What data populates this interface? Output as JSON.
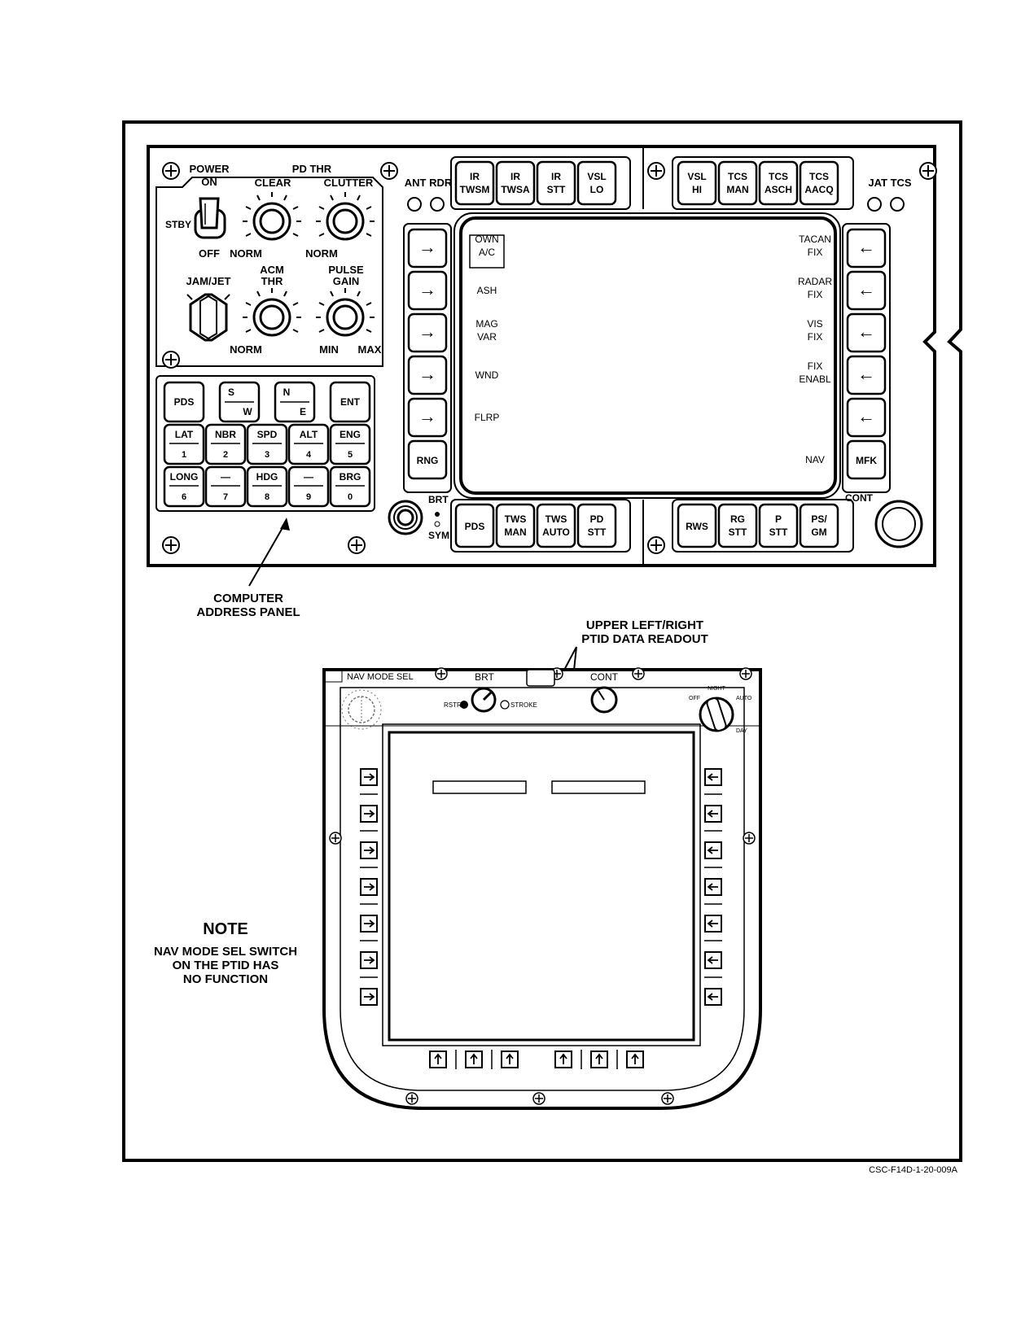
{
  "upper_panel": {
    "power": {
      "title": "POWER",
      "on": "ON",
      "stby": "STBY",
      "off": "OFF"
    },
    "pd_thr": {
      "title": "PD THR",
      "clear": "CLEAR",
      "clutter": "CLUTTER",
      "norm_left": "NORM",
      "norm_right": "NORM"
    },
    "jam_jet": "JAM/JET",
    "acm_thr": {
      "line1": "ACM",
      "line2": "THR",
      "norm": "NORM"
    },
    "pulse_gain": {
      "line1": "PULSE",
      "line2": "GAIN",
      "min": "MIN",
      "max": "MAX"
    },
    "indicators_left": "ANT RDR",
    "indicators_right": "JAT  TCS",
    "top_buttons_left": [
      {
        "l1": "IR",
        "l2": "TWSM"
      },
      {
        "l1": "IR",
        "l2": "TWSA"
      },
      {
        "l1": "IR",
        "l2": "STT"
      },
      {
        "l1": "VSL",
        "l2": "LO"
      }
    ],
    "top_buttons_right": [
      {
        "l1": "VSL",
        "l2": "HI"
      },
      {
        "l1": "TCS",
        "l2": "MAN"
      },
      {
        "l1": "TCS",
        "l2": "ASCH"
      },
      {
        "l1": "TCS",
        "l2": "AACQ"
      }
    ],
    "bottom_buttons_left": [
      {
        "l1": "PDS",
        "l2": ""
      },
      {
        "l1": "TWS",
        "l2": "MAN"
      },
      {
        "l1": "TWS",
        "l2": "AUTO"
      },
      {
        "l1": "PD",
        "l2": "STT"
      }
    ],
    "bottom_buttons_right": [
      {
        "l1": "RWS",
        "l2": ""
      },
      {
        "l1": "RG",
        "l2": "STT"
      },
      {
        "l1": "P",
        "l2": "STT"
      },
      {
        "l1": "PS/",
        "l2": "GM"
      }
    ],
    "left_side_buttons": [
      "→",
      "→",
      "→",
      "→",
      "→",
      "RNG"
    ],
    "right_side_buttons": [
      "←",
      "←",
      "←",
      "←",
      "←",
      "MFK"
    ],
    "screen_left_labels": [
      {
        "l1": "OWN",
        "l2": "A/C"
      },
      {
        "l1": "ASH",
        "l2": ""
      },
      {
        "l1": "MAG",
        "l2": "VAR"
      },
      {
        "l1": "WND",
        "l2": ""
      },
      {
        "l1": "FLRP",
        "l2": ""
      }
    ],
    "screen_right_labels": [
      {
        "l1": "TACAN",
        "l2": "FIX"
      },
      {
        "l1": "RADAR",
        "l2": "FIX"
      },
      {
        "l1": "VIS",
        "l2": "FIX"
      },
      {
        "l1": "FIX",
        "l2": "ENABL"
      },
      {
        "l1": "",
        "l2": ""
      },
      {
        "l1": "NAV",
        "l2": ""
      }
    ],
    "brt": "BRT",
    "sym": "SYM",
    "cont": "CONT",
    "cap_keys": [
      {
        "top": "PDS",
        "bottom": ""
      },
      {
        "top": "S",
        "bottom": "W"
      },
      {
        "top": "N",
        "bottom": "E"
      },
      {
        "top": "ENT",
        "bottom": ""
      },
      {
        "top": "LAT",
        "bottom": "1"
      },
      {
        "top": "NBR",
        "bottom": "2"
      },
      {
        "top": "SPD",
        "bottom": "3"
      },
      {
        "top": "ALT",
        "bottom": "4"
      },
      {
        "top": "ENG",
        "bottom": "5"
      },
      {
        "top": "LONG",
        "bottom": "6"
      },
      {
        "top": "—",
        "bottom": "7"
      },
      {
        "top": "HDG",
        "bottom": "8"
      },
      {
        "top": "—",
        "bottom": "9"
      },
      {
        "top": "BRG",
        "bottom": "0"
      }
    ]
  },
  "callouts": {
    "computer_address_panel": {
      "l1": "COMPUTER",
      "l2": "ADDRESS PANEL"
    },
    "ptid_readout": {
      "l1": "UPPER LEFT/RIGHT",
      "l2": "PTID DATA READOUT"
    }
  },
  "ptid": {
    "nav_mode_sel": "NAV MODE SEL",
    "brt": "BRT",
    "rstr": "RSTR",
    "stroke": "STROKE",
    "cont": "CONT",
    "off": "OFF",
    "night": "NIGHT",
    "auto": "AUTO",
    "day": "DAY"
  },
  "note": {
    "title": "NOTE",
    "l1": "NAV MODE SEL SWITCH",
    "l2": "ON THE PTID HAS",
    "l3": "NO FUNCTION"
  },
  "figure_id": "CSC-F14D-1-20-009A"
}
